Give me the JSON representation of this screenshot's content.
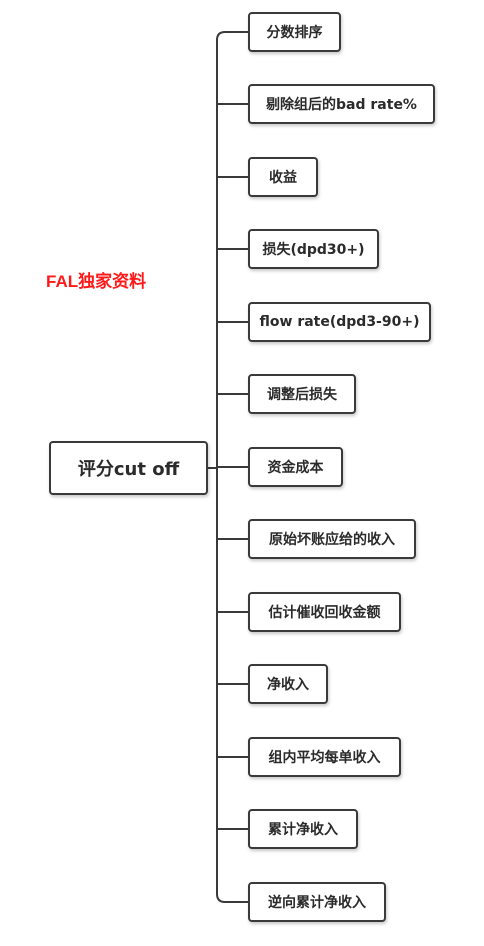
{
  "watermark": "FAL独家资料",
  "root": {
    "label": "评分cut off"
  },
  "children": [
    {
      "label": "分数排序"
    },
    {
      "label": "剔除组后的bad rate%"
    },
    {
      "label": "收益"
    },
    {
      "label": "损失(dpd30+)"
    },
    {
      "label": "flow rate(dpd3-90+)"
    },
    {
      "label": "调整后损失"
    },
    {
      "label": "资金成本"
    },
    {
      "label": "原始坏账应给的收入"
    },
    {
      "label": "估计催收回收金额"
    },
    {
      "label": "净收入"
    },
    {
      "label": "组内平均每单收入"
    },
    {
      "label": "累计净收入"
    },
    {
      "label": "逆向累计净收入"
    }
  ]
}
